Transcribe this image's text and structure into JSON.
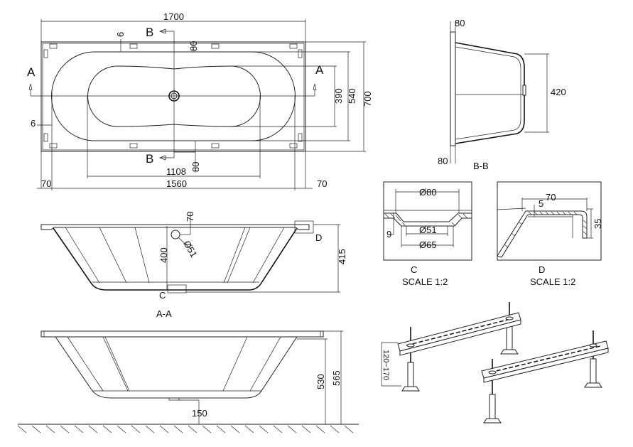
{
  "top_view": {
    "overall_length": "1700",
    "overall_width": "700",
    "inner_width": "540",
    "basin_width": "390",
    "basin_length": "1108",
    "inner_length": "1560",
    "rim_left": "70",
    "rim_right": "70",
    "drain_offset_top": "80",
    "drain_offset_bottom": "80",
    "gap_top": "6",
    "gap_left": "6",
    "section_b": "B",
    "section_a": "A"
  },
  "section_bb": {
    "title": "B-B",
    "rim_top": "80",
    "rim_bottom": "80",
    "depth_width": "420"
  },
  "detail_c": {
    "letter": "C",
    "scale": "SCALE 1:2",
    "outer_dia": "Ø80",
    "drain_dia": "Ø51",
    "flange_dia": "Ø65",
    "thickness": "9"
  },
  "detail_d": {
    "letter": "D",
    "scale": "SCALE 1:2",
    "rim_width": "70",
    "thickness": "5",
    "rim_height": "35"
  },
  "section_aa": {
    "title": "A-A",
    "overflow_offset": "70",
    "overflow_dia": "Ø51",
    "water_depth": "400",
    "total_depth": "415",
    "detail_c_ref": "C",
    "detail_d_ref": "D"
  },
  "front_view": {
    "tub_height": "530",
    "total_height": "565",
    "floor_clearance": "150"
  },
  "legs": {
    "adjust_range": "120~170"
  }
}
